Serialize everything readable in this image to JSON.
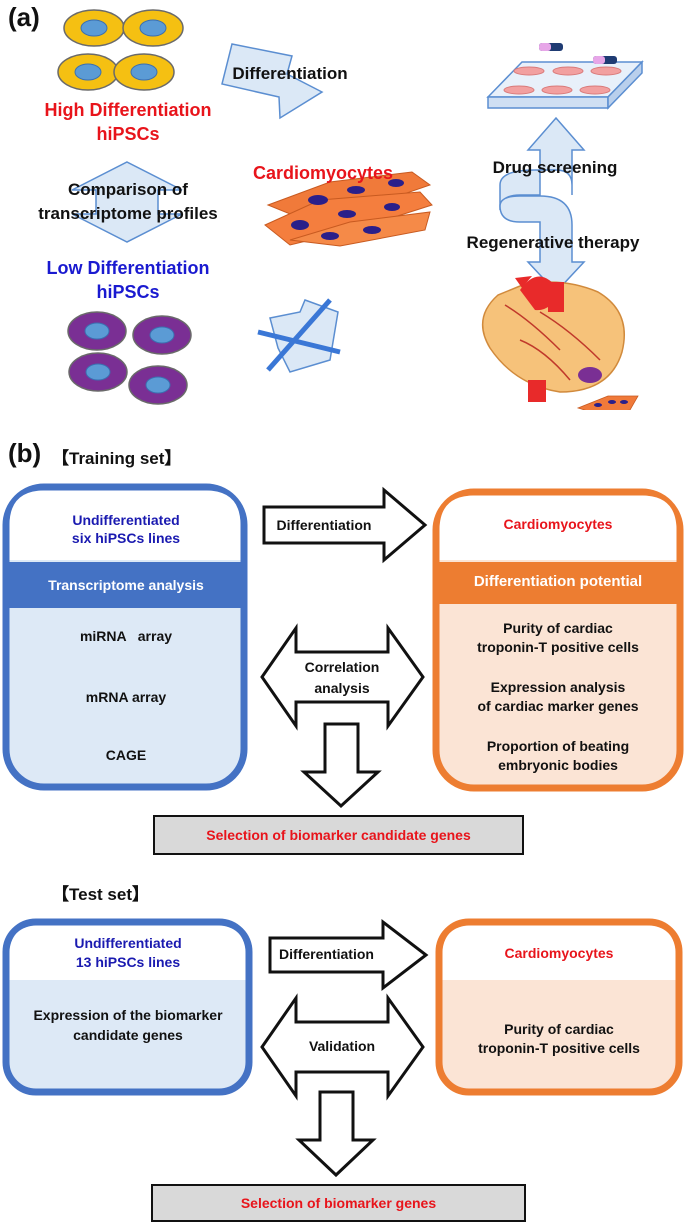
{
  "panel_a": {
    "label": "(a)",
    "high_title_line1": "High Differentiation",
    "high_title_line2": "hiPSCs",
    "comparison_line1": "Comparison of",
    "comparison_line2": "transcriptome profiles",
    "low_title_line1": "Low Differentiation",
    "low_title_line2": "hiPSCs",
    "differentiation_label": "Differentiation",
    "cardiomyocytes_label": "Cardiomyocytes",
    "drug_screening_label": "Drug screening",
    "regenerative_label": "Regenerative therapy"
  },
  "panel_b": {
    "label": "(b)",
    "training_label": "【Training set】",
    "training": {
      "left_title_line1": "Undifferentiated",
      "left_title_line2": "six hiPSCs lines",
      "left_header": "Transcriptome analysis",
      "left_items": [
        "miRNA   array",
        "mRNA array",
        "CAGE"
      ],
      "right_title": "Cardiomyocytes",
      "right_header": "Differentiation potential",
      "right_items": [
        [
          "Purity of cardiac",
          "troponin-T positive cells"
        ],
        [
          "Expression analysis",
          "of cardiac marker genes"
        ],
        [
          "Proportion of beating",
          "embryonic bodies"
        ]
      ],
      "arrow_label": "Differentiation",
      "double_arrow_line1": "Correlation",
      "double_arrow_line2": "analysis",
      "selection": "Selection of biomarker candidate genes"
    },
    "test_label": "【Test set】",
    "test": {
      "left_title_line1": "Undifferentiated",
      "left_title_line2": "13 hiPSCs lines",
      "left_body_line1": "Expression of the biomarker",
      "left_body_line2": "candidate genes",
      "right_title": "Cardiomyocytes",
      "right_body_line1": "Purity of cardiac",
      "right_body_line2": "troponin-T positive cells",
      "arrow_label": "Differentiation",
      "double_arrow_label": "Validation",
      "selection": "Selection of biomarker genes"
    }
  },
  "colors": {
    "red": "#e8141b",
    "blue": "#1a1ad0",
    "box_blue": "#4472c4",
    "box_blue_fill": "#dde9f6",
    "box_orange": "#ed7d31",
    "box_orange_fill": "#fbe4d5",
    "arrow_light": "#dbe8f6",
    "arrow_stroke": "#5b8ed1"
  }
}
